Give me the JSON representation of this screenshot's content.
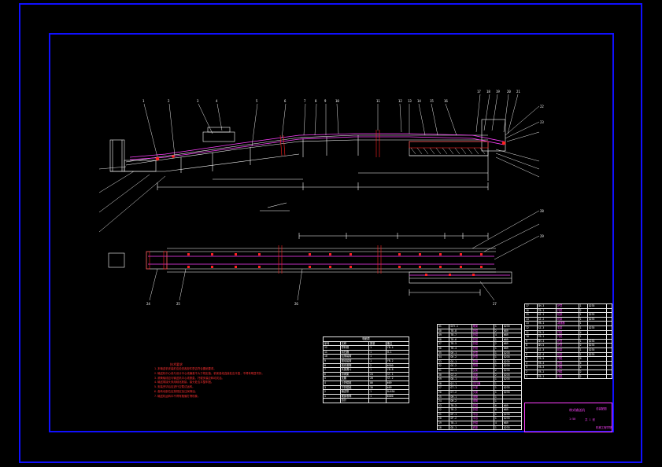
{
  "drawing": {
    "notes_heading": "技术要求",
    "notes": [
      "1.本输送机安装前应检查各部件是否符合图纸要求。",
      "2.输送机中心线与设计中心线偏差不大于规定值，机架各段连接处应平直，不得有明显弯折。",
      "3.滚筒轴线应与输送机中心线垂直，托辊安装应转动灵活。",
      "4.输送带接头采用硫化胶接，接头处应平整牢固。",
      "5.安装完毕后应进行空载试运转。",
      "6.各转动部位应按规定加注润滑油。",
      "7.输送机运转中不得有跑偏打滑现象。"
    ],
    "table_small_title": "明细表",
    "table_small_headers": [
      "序号",
      "名称",
      "数量",
      "备注"
    ],
    "table_small_rows": [
      [
        "12",
        "导料槽",
        "1",
        "YB-4"
      ],
      [
        "11",
        "清扫器",
        "1",
        "H-1"
      ],
      [
        "10",
        "拉紧装置",
        "1",
        ""
      ],
      [
        "9",
        "驱动装置",
        "1",
        "YB-2"
      ],
      [
        "8",
        "改向滚筒",
        "2",
        "Φ500"
      ],
      [
        "7",
        "头部漏斗",
        "1",
        "YB-8"
      ],
      [
        "6",
        "中间架",
        "24",
        "ST-1"
      ],
      [
        "5",
        "支腿",
        "20",
        "ST-2"
      ],
      [
        "4",
        "上托辊组",
        "86",
        "Φ89"
      ],
      [
        "3",
        "下托辊组",
        "30",
        "Φ89"
      ],
      [
        "2",
        "输送带",
        "1",
        "B=650"
      ],
      [
        "1",
        "尾部滚筒",
        "1",
        "Φ400"
      ],
      [
        "",
        "合计",
        "",
        ""
      ]
    ],
    "table_mid_rows": [
      [
        "41",
        "GSY-1",
        "尾架",
        "1",
        "Q235"
      ],
      [
        "40",
        "TB-8",
        "托辊",
        "2",
        "Φ89"
      ],
      [
        "39",
        "TB-7",
        "托辊",
        "4",
        "Φ89"
      ],
      [
        "38",
        "TB-6",
        "托辊",
        "1",
        "Φ89"
      ],
      [
        "37",
        "TB-5",
        "托辊",
        "2",
        "Φ89"
      ],
      [
        "36",
        "TB-4",
        "托辊",
        "1",
        "Φ89"
      ],
      [
        "35",
        "GH-1",
        "护罩",
        "1",
        "Q235"
      ],
      [
        "34",
        "GH-2",
        "护罩",
        "1",
        "Q235"
      ],
      [
        "33",
        "GG-1",
        "导槽",
        "1",
        "Q235"
      ],
      [
        "32",
        "GG-2",
        "导槽",
        "1",
        "Q235"
      ],
      [
        "31",
        "GZ-1",
        "支架",
        "2",
        "Q235"
      ],
      [
        "30",
        "GZ-2",
        "支架",
        "2",
        "Q235"
      ],
      [
        "29",
        "GN-1",
        "拉紧",
        "1",
        "Q235"
      ],
      [
        "28",
        "QJ-1",
        "清扫器",
        "1",
        ""
      ],
      [
        "27",
        "GT-1",
        "头架",
        "1",
        "Q235"
      ],
      [
        "26",
        "GT-2",
        "头架",
        "1",
        "Q235"
      ],
      [
        "25",
        "GM-1",
        "滚筒",
        "1",
        ""
      ],
      [
        "24",
        "GM-2",
        "滚筒",
        "1",
        ""
      ],
      [
        "23",
        "TB-3",
        "托辊",
        "6",
        "Φ89"
      ],
      [
        "22",
        "TB-2",
        "托辊",
        "8",
        "Φ89"
      ],
      [
        "21",
        "GP-1",
        "平台",
        "1",
        "Q235"
      ],
      [
        "20",
        "GP-2",
        "平台",
        "1",
        "Q235"
      ],
      [
        "19",
        "TB-1",
        "托辊",
        "4",
        "Φ89"
      ],
      [
        "18",
        "GD-1",
        "底座",
        "1",
        "Q235"
      ]
    ],
    "table_right_rows": [
      [
        "17",
        "GH-3",
        "护罩",
        "1",
        "Q235",
        ""
      ],
      [
        "16",
        "TB-1",
        "托辊",
        "2",
        "",
        ""
      ],
      [
        "15",
        "GJ-1",
        "机架",
        "1",
        "Q235",
        ""
      ],
      [
        "14",
        "GJ-2",
        "机架",
        "1",
        "Q235",
        ""
      ],
      [
        "13",
        "YB-1",
        "减速器",
        "1",
        "",
        ""
      ],
      [
        "12",
        "GZ-3",
        "支架",
        "1",
        "Q235",
        ""
      ],
      [
        "11",
        "TB-2",
        "托辊",
        "4",
        "",
        ""
      ],
      [
        "10",
        "TB-1",
        "托辊",
        "1",
        "",
        ""
      ],
      [
        "9",
        "GH-4",
        "护罩",
        "1",
        "Q235",
        ""
      ],
      [
        "8",
        "GH-5",
        "护罩",
        "2",
        "Q235",
        ""
      ],
      [
        "7",
        "GJ-3",
        "机架",
        "1",
        "Q235",
        ""
      ],
      [
        "6",
        "GJ-4",
        "机架",
        "1",
        "Q235",
        ""
      ],
      [
        "5",
        "TB-5",
        "托辊",
        "6",
        "",
        ""
      ],
      [
        "4",
        "TB-4",
        "托辊",
        "4",
        "",
        ""
      ],
      [
        "3",
        "TB-3",
        "托辊",
        "4",
        "",
        ""
      ],
      [
        "2",
        "TB-2",
        "托辊",
        "2",
        "",
        ""
      ],
      [
        "1",
        "TB-1",
        "托辊",
        "2",
        "",
        ""
      ]
    ],
    "title_block": {
      "name": "带式输送机",
      "drawing_no": "总装配图",
      "scale": "1:50",
      "sheet": "共 1 张",
      "school": "机械工程学院"
    },
    "side_callouts": [
      "1",
      "2",
      "3",
      "4",
      "5",
      "6",
      "7",
      "8",
      "9",
      "10",
      "11",
      "12",
      "13",
      "14",
      "15",
      "16",
      "17",
      "18",
      "19",
      "20",
      "21",
      "22",
      "23"
    ],
    "plan_callouts": [
      "24",
      "25",
      "26",
      "27",
      "28",
      "29"
    ],
    "colors": {
      "frame": "#1010ff",
      "belt": "#ff40ff",
      "dim": "#ffffff",
      "notes": "#ff3030",
      "structure": "#ff2020"
    }
  }
}
